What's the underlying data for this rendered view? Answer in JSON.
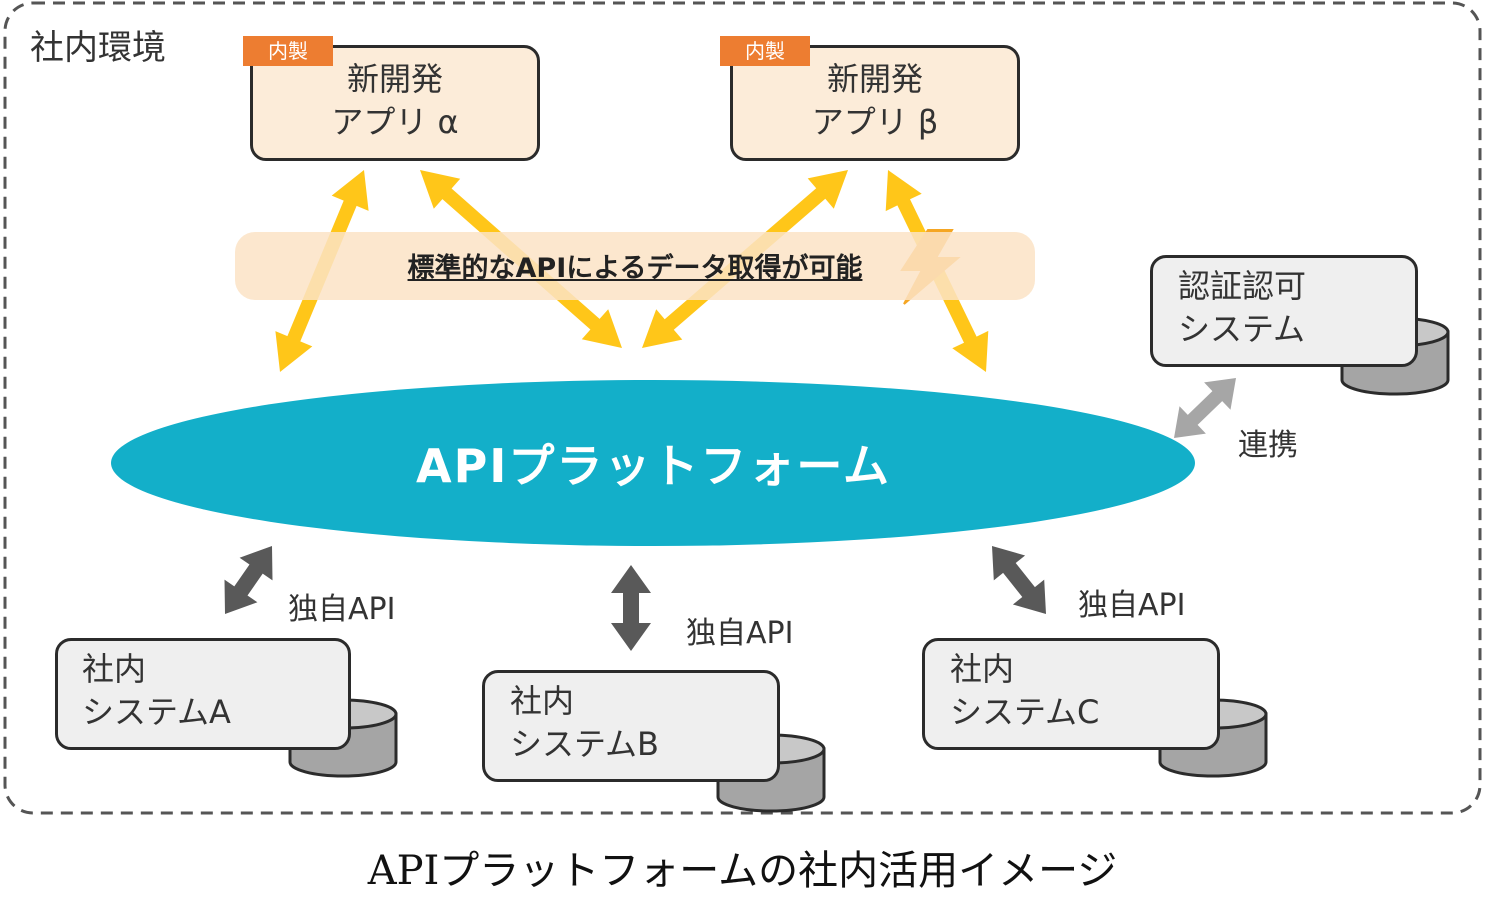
{
  "environment": {
    "label": "社内環境"
  },
  "apps": [
    {
      "tag": "内製",
      "line1": "新開発",
      "line2": "アプリ α"
    },
    {
      "tag": "内製",
      "line1": "新開発",
      "line2": "アプリ β"
    }
  ],
  "banner": {
    "text": "標準的なAPIによるデータ取得が可能"
  },
  "platform": {
    "label": "APIプラットフォーム",
    "color": "#13afc9"
  },
  "auth": {
    "line1": "認証認可",
    "line2": "システム",
    "link_label": "連携"
  },
  "systems": [
    {
      "line1": "社内",
      "line2": "システムA",
      "api_label": "独自API"
    },
    {
      "line1": "社内",
      "line2": "システムB",
      "api_label": "独自API"
    },
    {
      "line1": "社内",
      "line2": "システムC",
      "api_label": "独自API"
    }
  ],
  "caption": "APIプラットフォームの社内活用イメージ",
  "colors": {
    "app_arrow": "#ffc000",
    "system_arrow": "#595959",
    "link_arrow": "#a6a6a6",
    "tag": "#ed7d31",
    "lightning": "#f5a623"
  }
}
